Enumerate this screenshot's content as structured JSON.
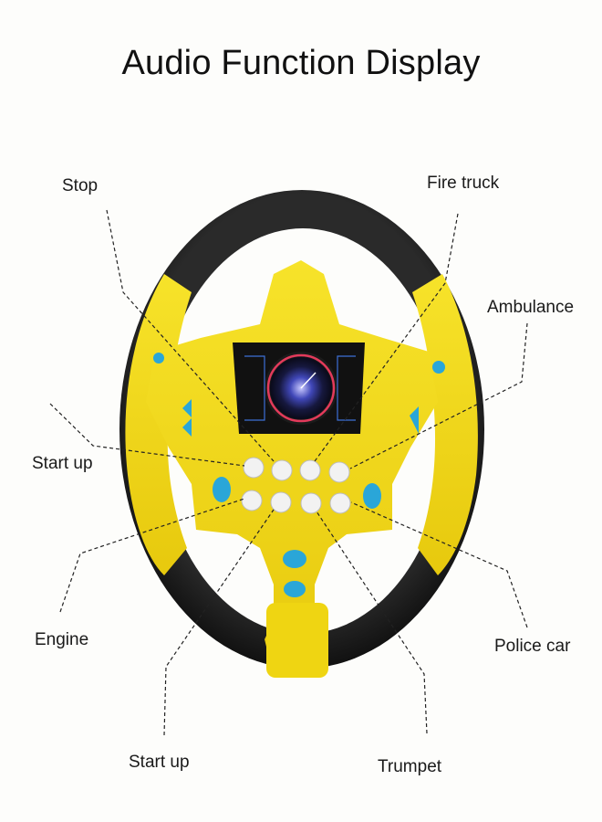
{
  "title": "Audio Function Display",
  "labels": {
    "stop": "Stop",
    "fire_truck": "Fire truck",
    "ambulance": "Ambulance",
    "start_up_left": "Start up",
    "engine": "Engine",
    "police_car": "Police car",
    "start_up_bottom": "Start up",
    "trumpet": "Trumpet"
  },
  "colors": {
    "background": "#fdfdfb",
    "wheel_rim": "#1b1b1b",
    "wheel_body": "#f3dc16",
    "accent_blue": "#2aa6d8",
    "button_white": "#f2f2f2"
  }
}
